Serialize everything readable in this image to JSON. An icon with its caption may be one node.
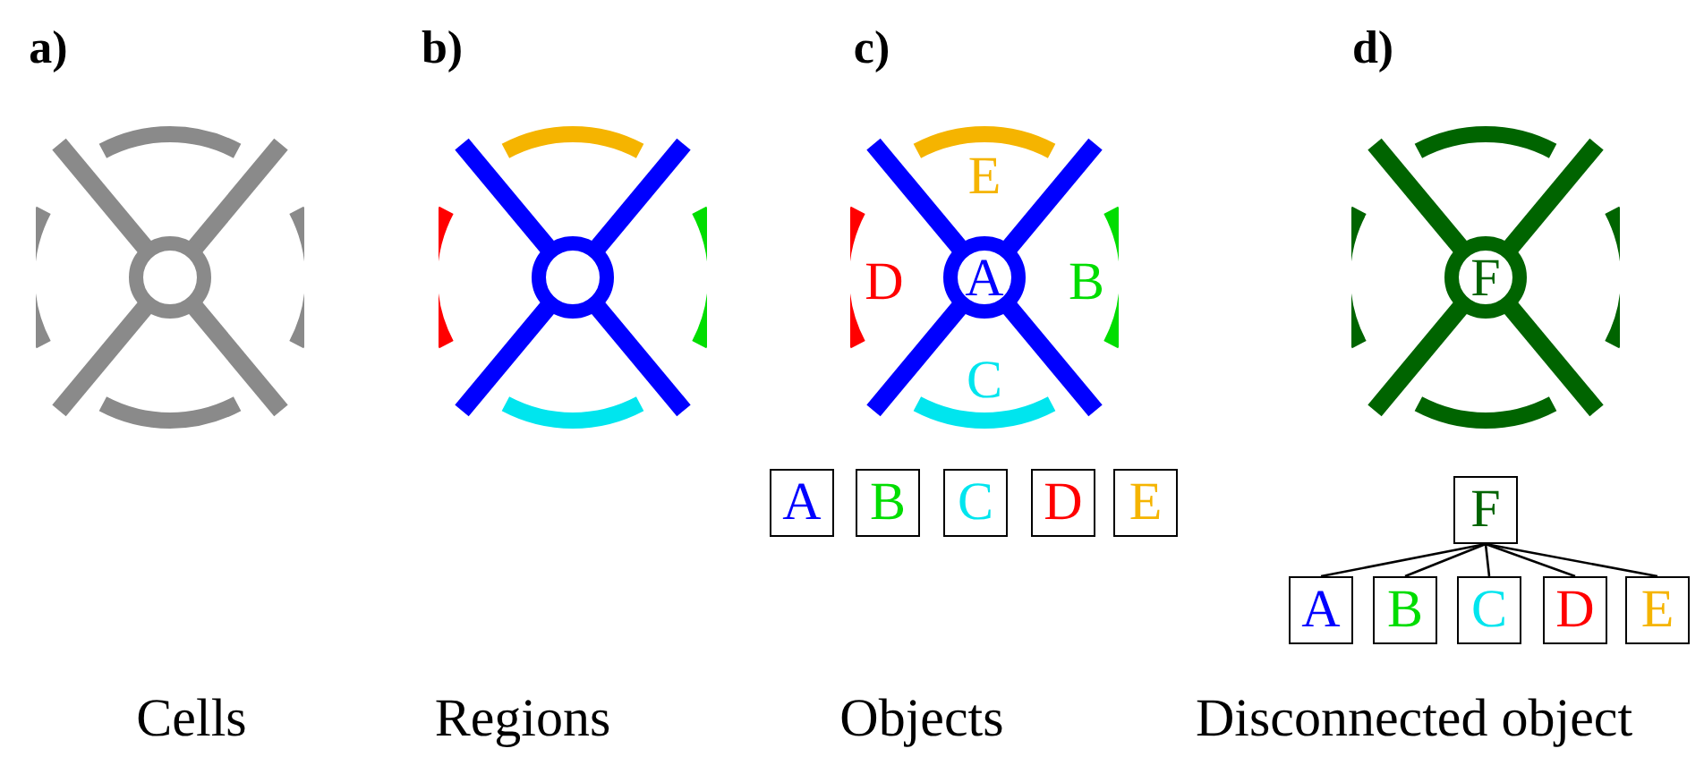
{
  "diagram": {
    "nodes": [
      {
        "text": [
          "A"
        ]
      },
      {
        "text": [
          "B"
        ]
      },
      {
        "text": [
          "C"
        ]
      },
      {
        "text": [
          "D"
        ]
      },
      {
        "text": [
          "E"
        ]
      },
      {
        "text": [
          "F"
        ]
      },
      {
        "text": [
          "A"
        ]
      },
      {
        "text": [
          "B"
        ]
      },
      {
        "text": [
          "C"
        ]
      },
      {
        "text": [
          "D"
        ]
      },
      {
        "text": [
          "E"
        ]
      }
    ],
    "edges": [
      {
        "from": 5,
        "to": 6,
        "arrow": "none"
      },
      {
        "from": 5,
        "to": 7,
        "arrow": "none"
      },
      {
        "from": 5,
        "to": 8,
        "arrow": "none"
      },
      {
        "from": 5,
        "to": 9,
        "arrow": "none"
      },
      {
        "from": 5,
        "to": 10,
        "arrow": "none"
      }
    ],
    "labels": [
      "a)",
      "b)",
      "c)",
      "d)",
      "E",
      "D",
      "A",
      "B",
      "C",
      "F",
      "Cells",
      "Regions",
      "Objects",
      "Disconnected object"
    ]
  }
}
